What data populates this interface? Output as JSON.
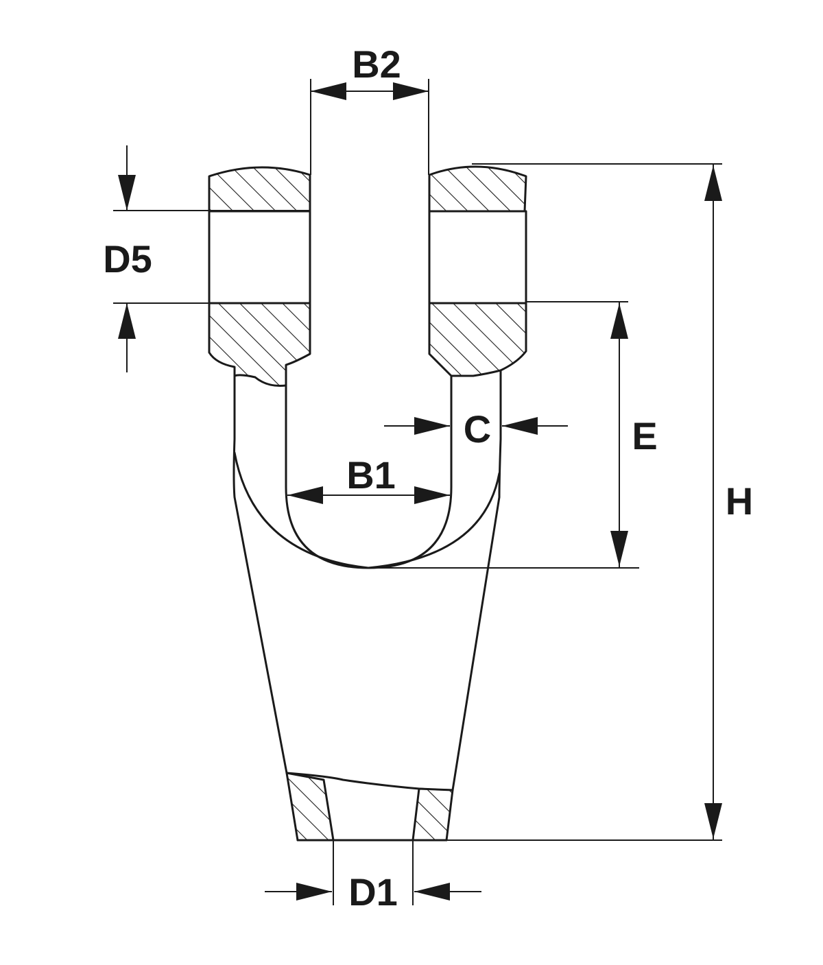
{
  "labels": {
    "b2": "B2",
    "d5": "D5",
    "c": "C",
    "e": "E",
    "b1": "B1",
    "h": "H",
    "d1": "D1"
  },
  "colors": {
    "line": "#1a1a1a",
    "background": "#ffffff"
  }
}
